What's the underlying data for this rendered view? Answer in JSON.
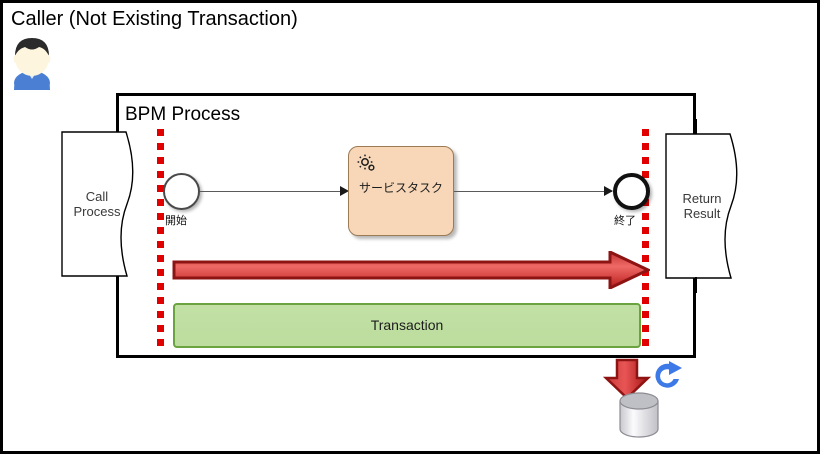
{
  "diagram": {
    "title": "Caller (Not Existing Transaction)",
    "caller_icon": "person-avatar-icon",
    "process": {
      "title": "BPM Process",
      "call_process_label": "Call\nProcess",
      "return_result_label": "Return\nResult",
      "start_event_label": "開始",
      "end_event_label": "終了",
      "service_task_label": "サービスタスク",
      "service_task_icon": "gear-icon",
      "transaction_bar_label": "Transaction",
      "transaction_boundary_icon": "dotted-red-boundary",
      "red_arrow_icon": "red-right-arrow",
      "persist_arrow_icon": "red-down-arrow",
      "refresh_icon": "blue-refresh-icon",
      "database_icon": "database-cylinder-icon"
    },
    "colors": {
      "boundary_red": "#e00000",
      "arrow_red_dark": "#9e1010",
      "arrow_red_light": "#e8504c",
      "transaction_green_fill": "#c2e0a5",
      "transaction_green_border": "#6aa340",
      "service_task_fill": "#f7d7b8",
      "service_task_border": "#9c7a54",
      "refresh_blue": "#3d7ae8",
      "database_gray": "#d9d9de",
      "frame_black": "#000000"
    }
  }
}
